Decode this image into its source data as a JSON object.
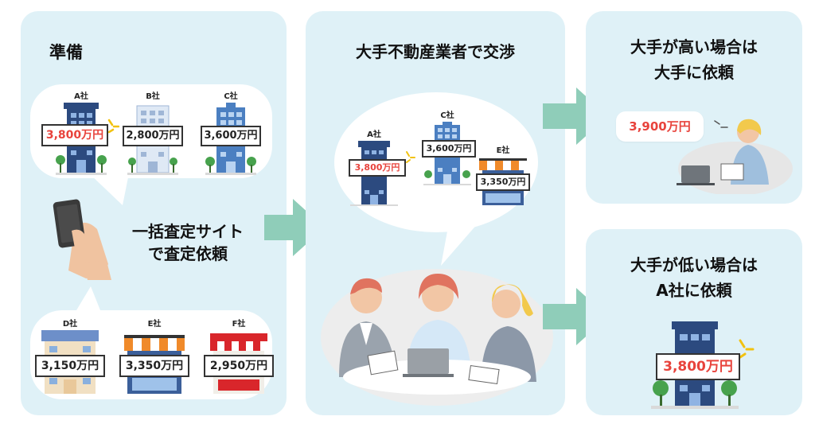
{
  "colors": {
    "panel_bg": "#dff1f7",
    "arrow": "#8fcdb9",
    "red_price": "#e8433c",
    "building_blue": "#4b7fc1",
    "building_navy": "#2c4a7f",
    "tree": "#47a24d"
  },
  "left": {
    "title": "準備",
    "caption_line1": "一括査定サイト",
    "caption_line2": "で査定依頼",
    "top_companies": [
      {
        "name": "A社",
        "price": "3,800万円"
      },
      {
        "name": "B社",
        "price": "2,800万円"
      },
      {
        "name": "C社",
        "price": "3,600万円"
      }
    ],
    "bottom_companies": [
      {
        "name": "D社",
        "price": "3,150万円"
      },
      {
        "name": "E社",
        "price": "3,350万円"
      },
      {
        "name": "F社",
        "price": "2,950万円"
      }
    ]
  },
  "middle": {
    "title": "大手不動産業者で交渉",
    "companies": [
      {
        "name": "A社",
        "price": "3,800万円"
      },
      {
        "name": "C社",
        "price": "3,600万円"
      },
      {
        "name": "E社",
        "price": "3,350万円"
      }
    ]
  },
  "right_top": {
    "title_line1": "大手が高い場合は",
    "title_line2": "大手に依頼",
    "price": "3,900万円"
  },
  "right_bottom": {
    "title_line1": "大手が低い場合は",
    "title_line2": "A社に依頼",
    "price": "3,800万円"
  }
}
